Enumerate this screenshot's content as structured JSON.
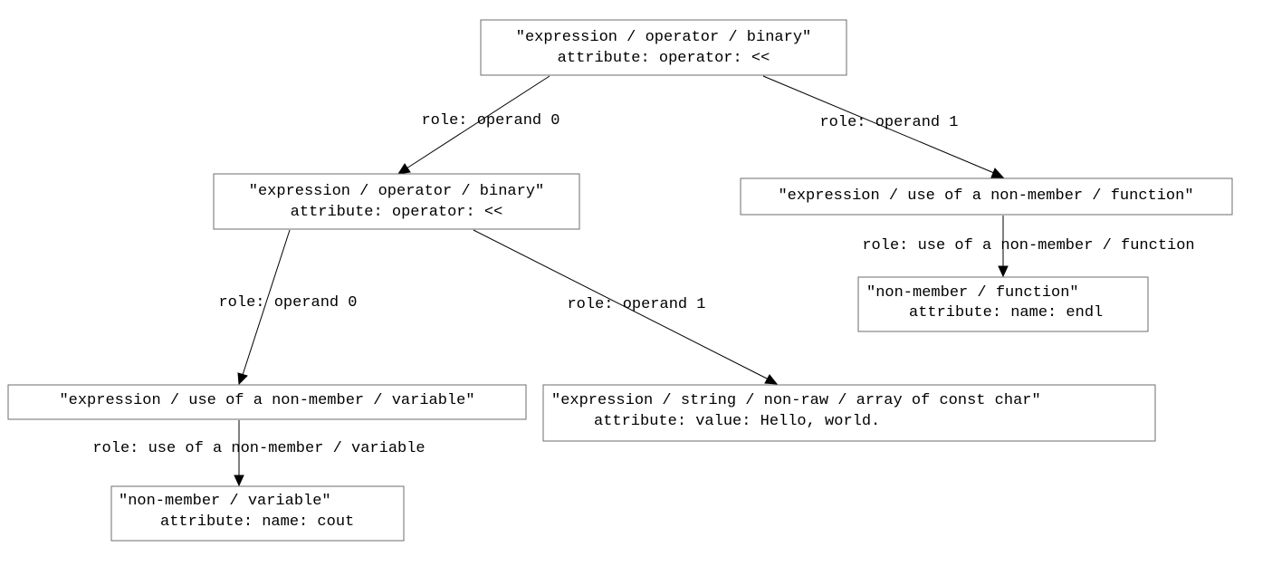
{
  "nodes": {
    "root_binary": {
      "title": "\"expression / operator / binary\"",
      "attribute": "attribute: operator: <<"
    },
    "left_binary": {
      "title": "\"expression / operator / binary\"",
      "attribute": "attribute: operator: <<"
    },
    "use_function": {
      "title": "\"expression / use of a non-member / function\""
    },
    "function_endl": {
      "title": "\"non-member / function\"",
      "attribute": "attribute: name: endl"
    },
    "use_variable": {
      "title": "\"expression / use of a non-member / variable\""
    },
    "string_literal": {
      "title": "\"expression / string / non-raw / array of const char\"",
      "attribute": "attribute: value: Hello, world."
    },
    "variable_cout": {
      "title": "\"non-member / variable\"",
      "attribute": "attribute: name: cout"
    }
  },
  "edges": {
    "root_to_left": "role: operand 0",
    "root_to_function": "role: operand 1",
    "function_to_endl": "role: use of a non-member / function",
    "left_to_variable": "role: operand 0",
    "left_to_string": "role: operand 1",
    "variable_to_cout": "role: use of a non-member / variable"
  }
}
